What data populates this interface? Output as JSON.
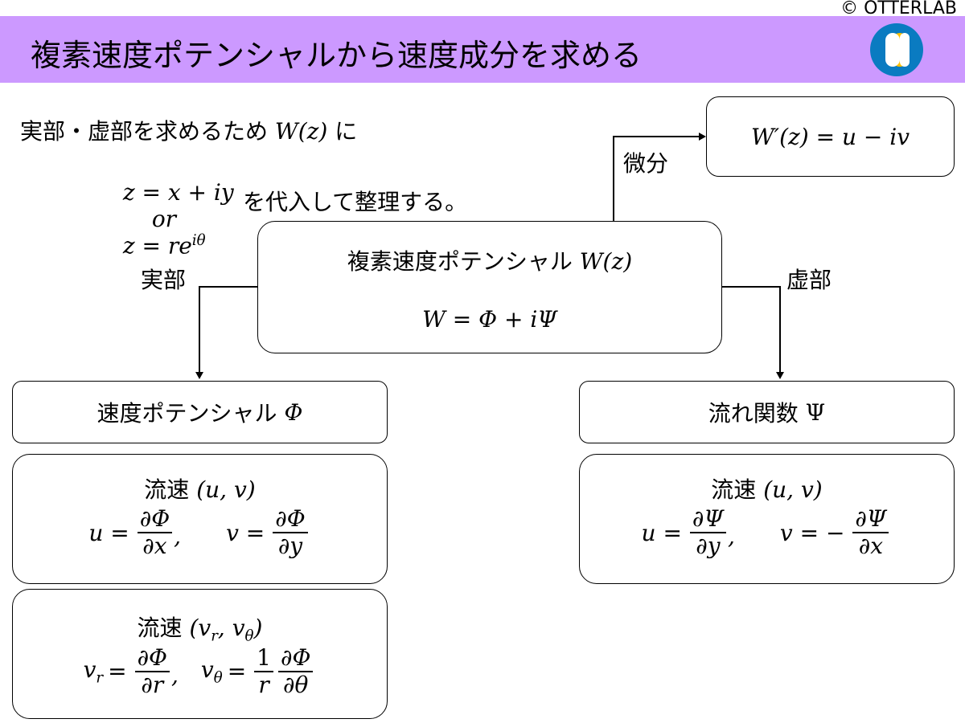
{
  "copyright": "© OTTERLAB",
  "header": {
    "title": "複素速度ポテンシャルから速度成分を求める",
    "bg": "#cc99ff",
    "logo_colors": [
      "#0a7bc1",
      "#ffc000",
      "#ffffff"
    ]
  },
  "intro": {
    "line1": "実部・虚部を求めるため",
    "line1_math": "W(z)",
    "line1_end": "に",
    "sub1": "z = x + iy",
    "or": "or",
    "sub2_base": "z = re",
    "sub2_sup": "iθ",
    "line3": "を代入して整理する。"
  },
  "derivative": {
    "label": "微分",
    "formula": "W′(z) = u − iv"
  },
  "center": {
    "title": "複素速度ポテンシャル",
    "title_math": "W(z)",
    "formula": "W = Φ + iΨ"
  },
  "real_label": "実部",
  "imag_label": "虚部",
  "left": {
    "title": "速度ポテンシャル",
    "title_math": "Φ",
    "box1": {
      "heading": "流速",
      "heading_math": "(u, v)",
      "u_lhs": "u =",
      "u_num": "∂Φ",
      "u_den": "∂x",
      "comma": ",",
      "v_lhs": "v =",
      "v_num": "∂Φ",
      "v_den": "∂y"
    },
    "box2": {
      "heading": "流速",
      "heading_math_pre": "(v",
      "heading_sub1": "r",
      "heading_mid": ", v",
      "heading_sub2": "θ",
      "heading_end": ")",
      "vr_base": "v",
      "vr_sub": "r",
      "vr_eq": "=",
      "vr_num": "∂Φ",
      "vr_den": "∂r",
      "comma": ",",
      "vt_base": "v",
      "vt_sub": "θ",
      "vt_eq": "=",
      "one_num": "1",
      "one_den": "r",
      "vt_num": "∂Φ",
      "vt_den": "∂θ"
    }
  },
  "right": {
    "title": "流れ関数",
    "title_math": "Ψ",
    "box1": {
      "heading": "流速",
      "heading_math": "(u, v)",
      "u_lhs": "u =",
      "u_num": "∂Ψ",
      "u_den": "∂y",
      "comma": ",",
      "v_lhs": "v = −",
      "v_num": "∂Ψ",
      "v_den": "∂x"
    }
  }
}
